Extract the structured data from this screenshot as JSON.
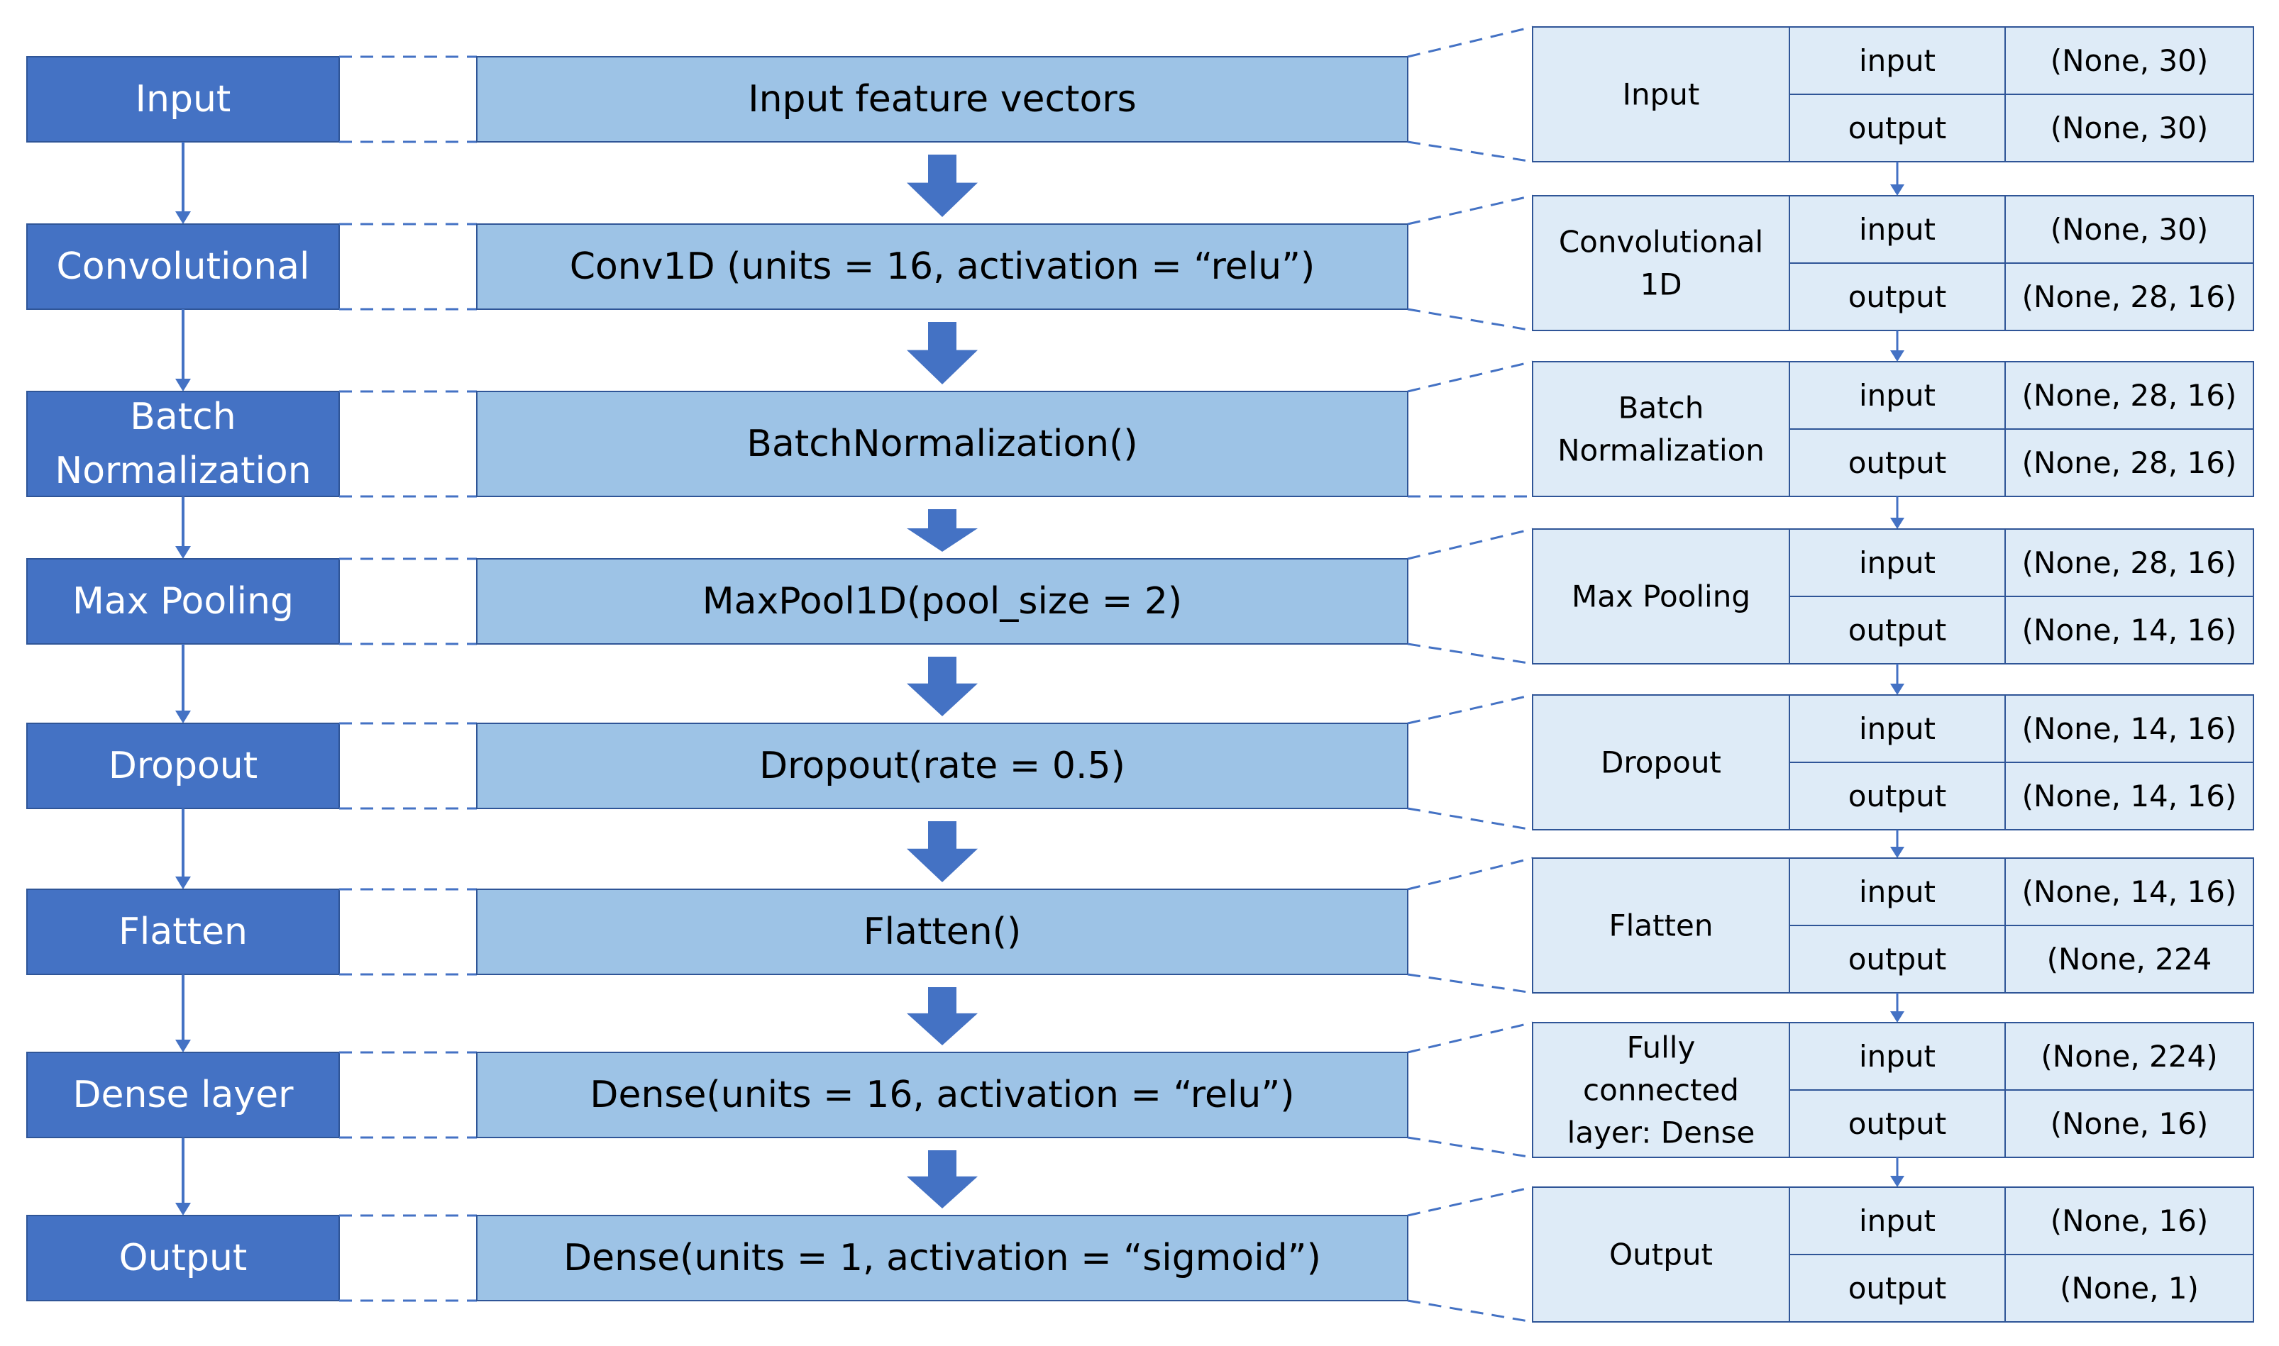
{
  "colors": {
    "left_box": "#4472C4",
    "mid_box": "#9DC3E6",
    "right_box": "#DEEBF7",
    "stroke": "#2F5597",
    "arrow": "#4472C4",
    "dash": "#4472C4"
  },
  "layers": [
    {
      "name": [
        "Input"
      ],
      "code": "Input feature vectors",
      "summary": [
        "Input"
      ],
      "io": [
        "input",
        "output"
      ],
      "shapes": [
        "(None, 30)",
        "(None, 30)"
      ]
    },
    {
      "name": [
        "Convolutional"
      ],
      "code": "Conv1D (units = 16, activation = “relu”)",
      "summary": [
        "Convolutional",
        "1D"
      ],
      "io": [
        "input",
        "output"
      ],
      "shapes": [
        "(None, 30)",
        "(None, 28, 16)"
      ]
    },
    {
      "name": [
        "Batch",
        "Normalization"
      ],
      "code": "BatchNormalization()",
      "summary": [
        "Batch",
        "Normalization"
      ],
      "io": [
        "input",
        "output"
      ],
      "shapes": [
        "(None, 28, 16)",
        "(None, 28, 16)"
      ]
    },
    {
      "name": [
        "Max Pooling"
      ],
      "code": "MaxPool1D(pool_size = 2)",
      "summary": [
        "Max Pooling"
      ],
      "io": [
        "input",
        "output"
      ],
      "shapes": [
        "(None, 28, 16)",
        "(None, 14, 16)"
      ]
    },
    {
      "name": [
        "Dropout"
      ],
      "code": "Dropout(rate = 0.5)",
      "summary": [
        "Dropout"
      ],
      "io": [
        "input",
        "output"
      ],
      "shapes": [
        "(None, 14, 16)",
        "(None, 14, 16)"
      ]
    },
    {
      "name": [
        "Flatten"
      ],
      "code": "Flatten()",
      "summary": [
        "Flatten"
      ],
      "io": [
        "input",
        "output"
      ],
      "shapes": [
        "(None, 14, 16)",
        "(None, 224"
      ]
    },
    {
      "name": [
        "Dense layer"
      ],
      "code": "Dense(units = 16, activation = “relu”)",
      "summary": [
        "Fully",
        "connected",
        "layer: Dense"
      ],
      "io": [
        "input",
        "output"
      ],
      "shapes": [
        "(None, 224)",
        "(None, 16)"
      ]
    },
    {
      "name": [
        "Output"
      ],
      "code": "Dense(units = 1, activation = “sigmoid”)",
      "summary": [
        "Output"
      ],
      "io": [
        "input",
        "output"
      ],
      "shapes": [
        "(None, 16)",
        "(None, 1)"
      ]
    }
  ]
}
